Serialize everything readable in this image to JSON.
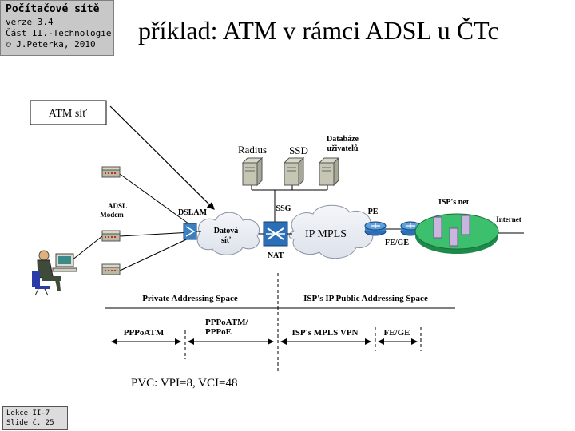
{
  "header": {
    "course": "Počítačové sítě",
    "version": "verze 3.4",
    "part": "Část II.-Technologie",
    "copyright": "© J.Peterka, 2010"
  },
  "title": "příklad: ATM v rámci ADSL u ČTc",
  "footer": {
    "lecture": "Lekce II-7",
    "slide": "Slide č. 25"
  },
  "diagram": {
    "atm_box": "ATM síť",
    "radius": "Radius",
    "ssd": "SSD",
    "db_line1": "Databáze",
    "db_line2": "uživatelů",
    "adsl_line1": "ADSL",
    "adsl_line2": "Modem",
    "dslam": "DSLAM",
    "data_net_line1": "Datová",
    "data_net_line2": "síť",
    "ssg": "SSG",
    "nat": "NAT",
    "ipmpls": "IP MPLS",
    "pe": "PE",
    "fege_router": "FE/GE",
    "isp_net": "ISP's net",
    "internet": "Internet",
    "private_space": "Private Addressing Space",
    "public_space": "ISP's IP Public Addressing Space",
    "pppoatm": "PPPoATM",
    "pppoatm_pppoe_1": "PPPoATM/",
    "pppoatm_pppoe_2": "PPPoE",
    "isp_mpls_vpn": "ISP's MPLS VPN",
    "fege_segment": "FE/GE",
    "pvc": "PVC: VPI=8, VCI=48"
  }
}
